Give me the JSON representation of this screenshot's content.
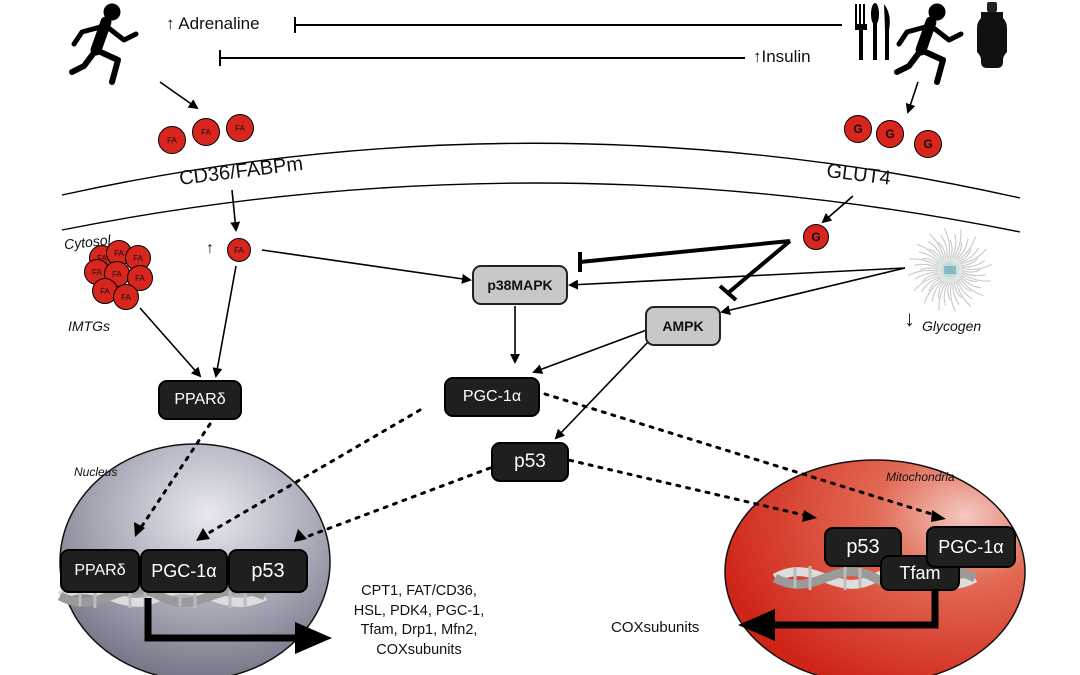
{
  "top": {
    "adrenaline_label": "Adrenaline",
    "insulin_label": "Insulin",
    "arrow_glyph": "↑",
    "down_glyph": "↓"
  },
  "membrane": {
    "transporter_fa": "CD36/FABPm",
    "transporter_glucose": "GLUT4"
  },
  "molecules": {
    "fa": "FA",
    "g": "G"
  },
  "labels": {
    "cytosol": "Cytosol",
    "imtgs": "IMTGs",
    "glycogen": "Glycogen",
    "nucleus": "Nucleus",
    "mitochondria": "Mitochondria"
  },
  "nodes": {
    "p38mapk": "p38MAPK",
    "ampk": "AMPK",
    "ppard": "PPARδ",
    "pgc1a": "PGC-1α",
    "p53": "p53",
    "tfam": "Tfam"
  },
  "outputs": {
    "nuclear_genes": [
      "CPT1, FAT/CD36,",
      "HSL, PDK4, PGC-1,",
      "Tfam, Drp1, Mfn2,",
      "COXsubunits"
    ],
    "mito_genes": "COXsubunits"
  },
  "icons": [
    "runner-icon",
    "cutlery-icon",
    "sports-bottle-icon",
    "glycogen-granule-icon",
    "dna-helix-icon"
  ],
  "colors": {
    "fa_red": "#d8261e",
    "nucleus_grey": "#7d7f90",
    "mito_red": "#d42a1e",
    "node_dark": "#1f1f1f",
    "node_grey": "#c8c8c8"
  }
}
